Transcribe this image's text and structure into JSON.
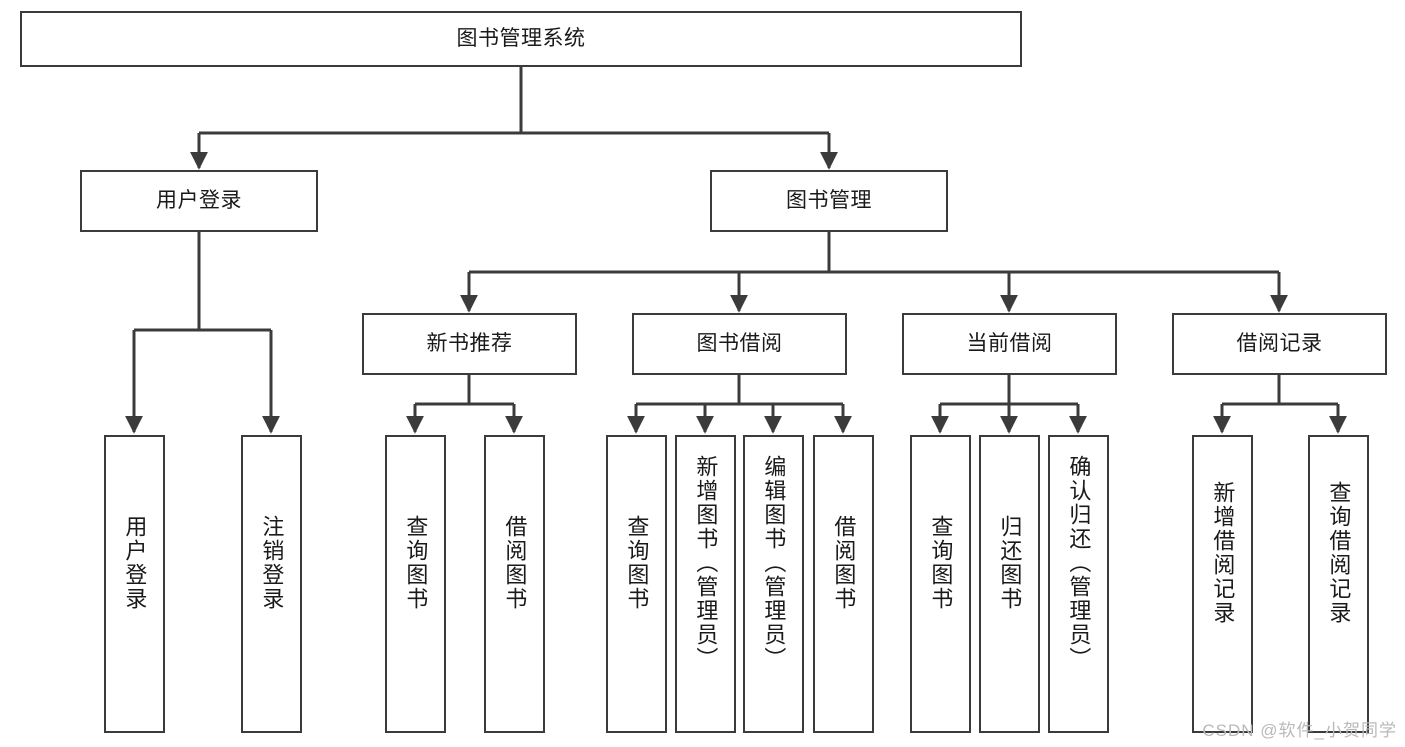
{
  "diagram": {
    "title": "图书管理系统",
    "type": "tree",
    "watermark": "CSDN @软件_小贺同学",
    "colors": {
      "box_border": "#3b3b3b",
      "box_fill": "#ffffff",
      "connector": "#3b3b3b",
      "text": "#1a1a1a",
      "watermark": "#b9b9b9",
      "background": "#ffffff"
    },
    "levels": {
      "root": "图书管理系统",
      "level2": [
        "用户登录",
        "图书管理"
      ],
      "level3": [
        "新书推荐",
        "图书借阅",
        "当前借阅",
        "借阅记录"
      ],
      "leaves": [
        "用户登录",
        "注销登录",
        "查询图书",
        "借阅图书",
        "查询图书",
        "新增图书（管理员）",
        "编辑图书（管理员）",
        "借阅图书",
        "查询图书",
        "归还图书",
        "确认归还（管理员）",
        "新增借阅记录",
        "查询借阅记录"
      ]
    }
  },
  "nodes": {
    "root": {
      "label": "图书管理系统"
    },
    "user_login": {
      "label": "用户登录"
    },
    "book_manage": {
      "label": "图书管理"
    },
    "new_book_rec": {
      "label": "新书推荐"
    },
    "book_borrow": {
      "label": "图书借阅"
    },
    "current_borrow": {
      "label": "当前借阅"
    },
    "borrow_record": {
      "label": "借阅记录"
    },
    "leaf_user_login": {
      "label": "用户登录"
    },
    "leaf_logout": {
      "label": "注销登录"
    },
    "leaf_query_book_a": {
      "label": "查询图书"
    },
    "leaf_borrow_book_a": {
      "label": "借阅图书"
    },
    "leaf_query_book_b": {
      "label": "查询图书"
    },
    "leaf_add_book": {
      "label": "新增图书（管理员）"
    },
    "leaf_edit_book": {
      "label": "编辑图书（管理员）"
    },
    "leaf_borrow_book_b": {
      "label": "借阅图书"
    },
    "leaf_query_book_c": {
      "label": "查询图书"
    },
    "leaf_return_book": {
      "label": "归还图书"
    },
    "leaf_confirm_return": {
      "label": "确认归还（管理员）"
    },
    "leaf_add_record": {
      "label": "新增借阅记录"
    },
    "leaf_query_record": {
      "label": "查询借阅记录"
    }
  },
  "watermark": {
    "text": "CSDN @软件_小贺同学"
  }
}
